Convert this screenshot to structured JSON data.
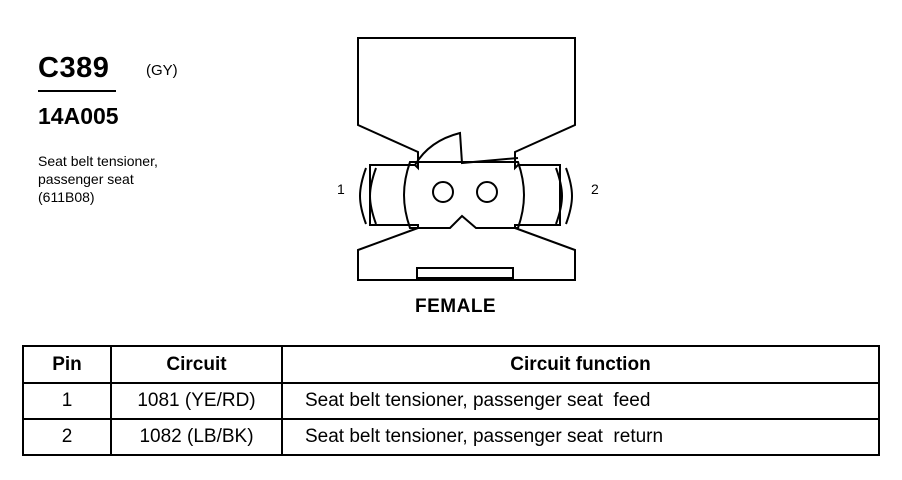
{
  "connector": {
    "id": "C389",
    "color_code": "(GY)",
    "part_number": "14A005",
    "description_lines": [
      "Seat belt tensioner,",
      "passenger seat",
      "(611B08)"
    ]
  },
  "diagram": {
    "pin_labels": [
      "1",
      "2"
    ],
    "gender": "FEMALE"
  },
  "table": {
    "headers": [
      "Pin",
      "Circuit",
      "Circuit function"
    ],
    "rows": [
      [
        "1",
        "1081 (YE/RD)",
        "Seat belt tensioner, passenger seat  feed"
      ],
      [
        "2",
        "1082 (LB/BK)",
        "Seat belt tensioner, passenger seat  return"
      ]
    ]
  }
}
